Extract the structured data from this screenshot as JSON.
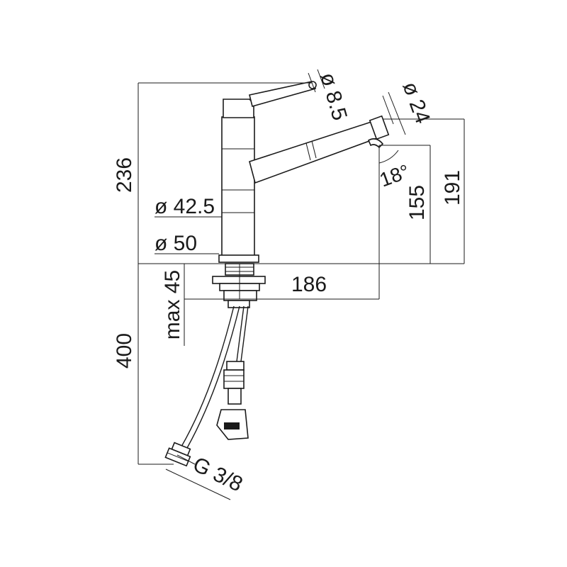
{
  "drawing": {
    "dimensions": {
      "total_height": "236",
      "handle_diameter": "ø 8.5",
      "spout_diameter": "ø 24",
      "spout_height": "191",
      "aerator_height": "155",
      "spout_angle": "18°",
      "body_diameter_upper": "ø 42.5",
      "body_diameter_base": "ø 50",
      "max_deck_thickness": "max 45",
      "reach": "186",
      "hose_length": "400",
      "thread": "G 3/8"
    }
  }
}
